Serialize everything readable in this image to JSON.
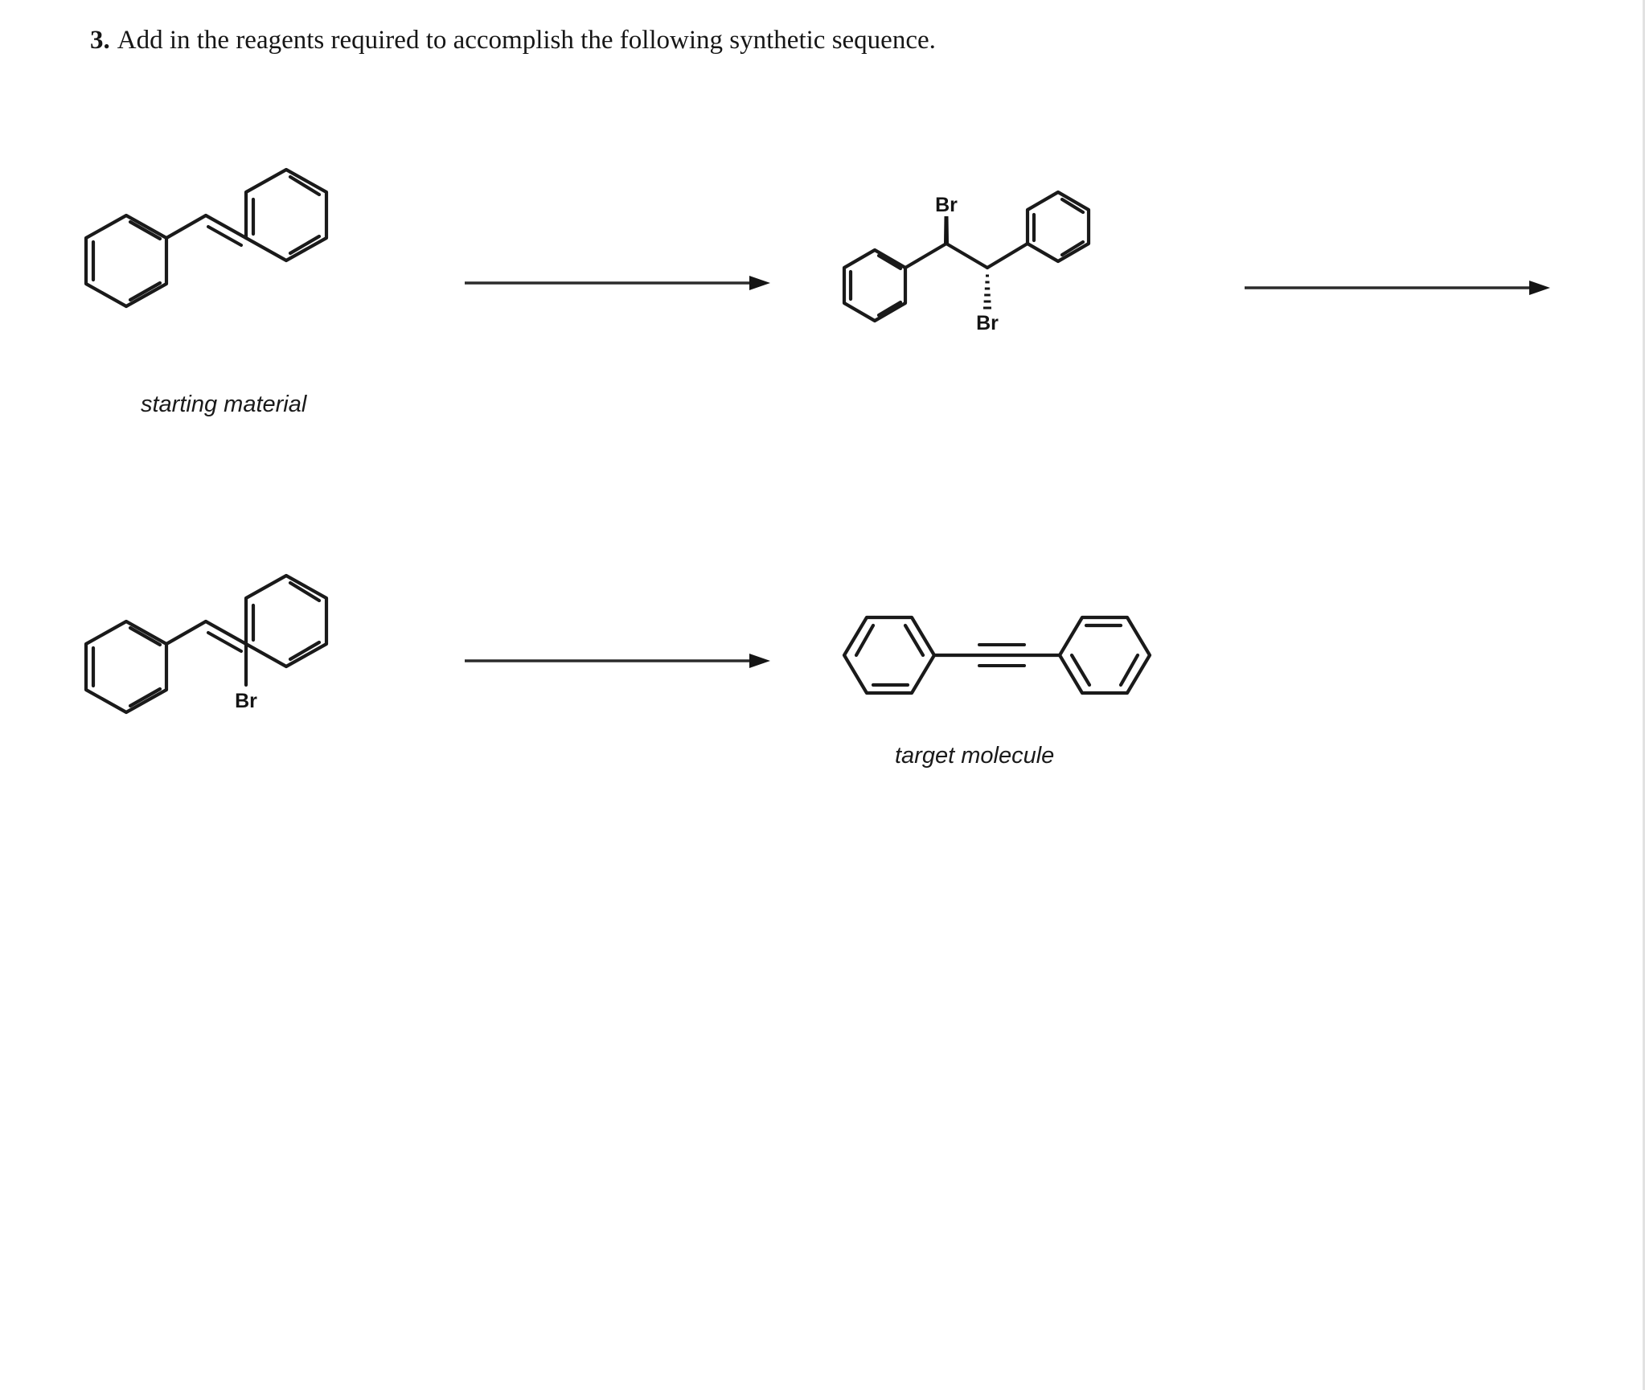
{
  "page": {
    "background_color": "#ffffff",
    "ink_color": "#1a1a1a",
    "edge_rule_color": "#e2e2e2"
  },
  "question": {
    "number": "3.",
    "prompt": "Add in the reagents required to accomplish the following synthetic sequence."
  },
  "scheme": {
    "row1": {
      "step1": {
        "reactant_name": "trans-stilbene",
        "caption": "starting material",
        "arrow_label": "",
        "arrow_name": "reaction-arrow-1"
      },
      "step2": {
        "product_name": "1,2-dibromo-1,2-diphenylethane",
        "substituent_top": "Br",
        "substituent_bottom": "Br",
        "arrow_name": "reaction-arrow-2",
        "arrow_label": ""
      }
    },
    "row2": {
      "step3": {
        "reactant_name": "(1,2-diphenylvinyl) bromide",
        "substituent": "Br",
        "arrow_name": "reaction-arrow-3",
        "arrow_label": ""
      },
      "product": {
        "name": "diphenylacetylene",
        "caption": "target molecule"
      }
    }
  },
  "icons": {
    "arrowhead": "arrowhead-icon"
  }
}
